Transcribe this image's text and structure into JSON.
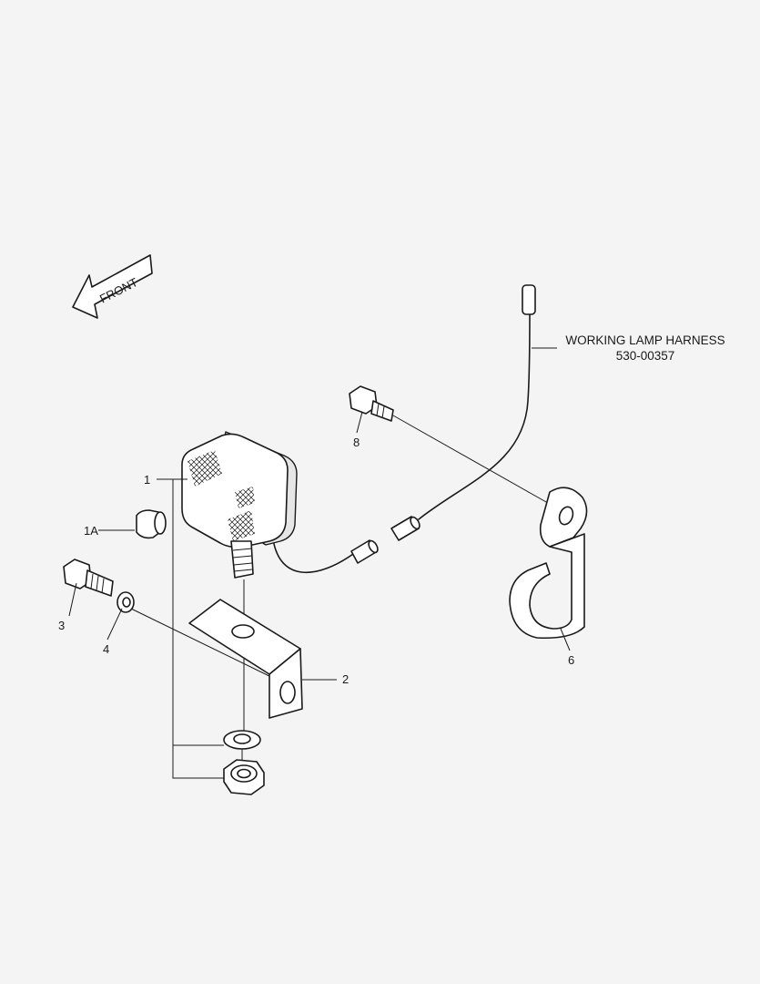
{
  "front_label": "FRONT",
  "harness": {
    "name": "WORKING LAMP HARNESS",
    "part_no": "530-00357"
  },
  "callouts": {
    "c1": "1",
    "c1a": "1A",
    "c2": "2",
    "c3": "3",
    "c4": "4",
    "c6": "6",
    "c8": "8"
  }
}
